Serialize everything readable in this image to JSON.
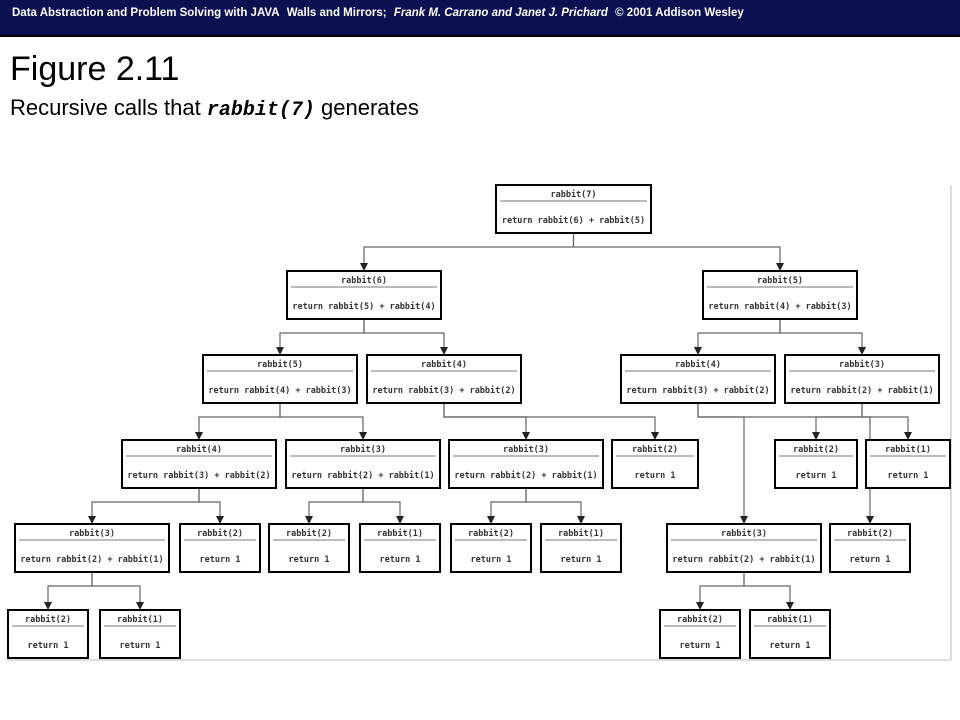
{
  "header": {
    "book": "Data Abstraction and Problem Solving with JAVA",
    "subtitle": "Walls and Mirrors;",
    "authors": "Frank M. Carrano and Janet J. Prichard",
    "copyright": "© 2001 Addison Wesley"
  },
  "figure": {
    "title": "Figure 2.11",
    "caption_prefix": "Recursive calls that",
    "caption_code": "rabbit(7)",
    "caption_suffix": "generates"
  },
  "tree": {
    "nodes": [
      {
        "id": "n7",
        "call": "rabbit(7)",
        "ret": "return rabbit(6) + rabbit(5)"
      },
      {
        "id": "n6",
        "call": "rabbit(6)",
        "ret": "return rabbit(5) + rabbit(4)"
      },
      {
        "id": "n5b",
        "call": "rabbit(5)",
        "ret": "return rabbit(4) + rabbit(3)"
      },
      {
        "id": "n5a",
        "call": "rabbit(5)",
        "ret": "return rabbit(4) + rabbit(3)"
      },
      {
        "id": "n4a",
        "call": "rabbit(4)",
        "ret": "return rabbit(3) + rabbit(2)"
      },
      {
        "id": "n4c",
        "call": "rabbit(4)",
        "ret": "return rabbit(3) + rabbit(2)"
      },
      {
        "id": "n3d",
        "call": "rabbit(3)",
        "ret": "return rabbit(2) + rabbit(1)"
      },
      {
        "id": "n4b",
        "call": "rabbit(4)",
        "ret": "return rabbit(3) + rabbit(2)"
      },
      {
        "id": "n3b",
        "call": "rabbit(3)",
        "ret": "return rabbit(2) + rabbit(1)"
      },
      {
        "id": "n3c",
        "call": "rabbit(3)",
        "ret": "return rabbit(2) + rabbit(1)"
      },
      {
        "id": "n2c",
        "call": "rabbit(2)",
        "ret": "return 1"
      },
      {
        "id": "n2j",
        "call": "rabbit(2)",
        "ret": "return 1"
      },
      {
        "id": "n1f",
        "call": "rabbit(1)",
        "ret": "return 1"
      },
      {
        "id": "n3a",
        "call": "rabbit(3)",
        "ret": "return rabbit(2) + rabbit(1)"
      },
      {
        "id": "n2b",
        "call": "rabbit(2)",
        "ret": "return 1"
      },
      {
        "id": "n2d",
        "call": "rabbit(2)",
        "ret": "return 1"
      },
      {
        "id": "n1b",
        "call": "rabbit(1)",
        "ret": "return 1"
      },
      {
        "id": "n2e",
        "call": "rabbit(2)",
        "ret": "return 1"
      },
      {
        "id": "n1c",
        "call": "rabbit(1)",
        "ret": "return 1"
      },
      {
        "id": "n3e",
        "call": "rabbit(3)",
        "ret": "return rabbit(2) + rabbit(1)"
      },
      {
        "id": "n2h",
        "call": "rabbit(2)",
        "ret": "return 1"
      },
      {
        "id": "n2a",
        "call": "rabbit(2)",
        "ret": "return 1"
      },
      {
        "id": "n1a",
        "call": "rabbit(1)",
        "ret": "return 1"
      },
      {
        "id": "n2f",
        "call": "rabbit(2)",
        "ret": "return 1"
      },
      {
        "id": "n1d",
        "call": "rabbit(1)",
        "ret": "return 1"
      }
    ]
  }
}
